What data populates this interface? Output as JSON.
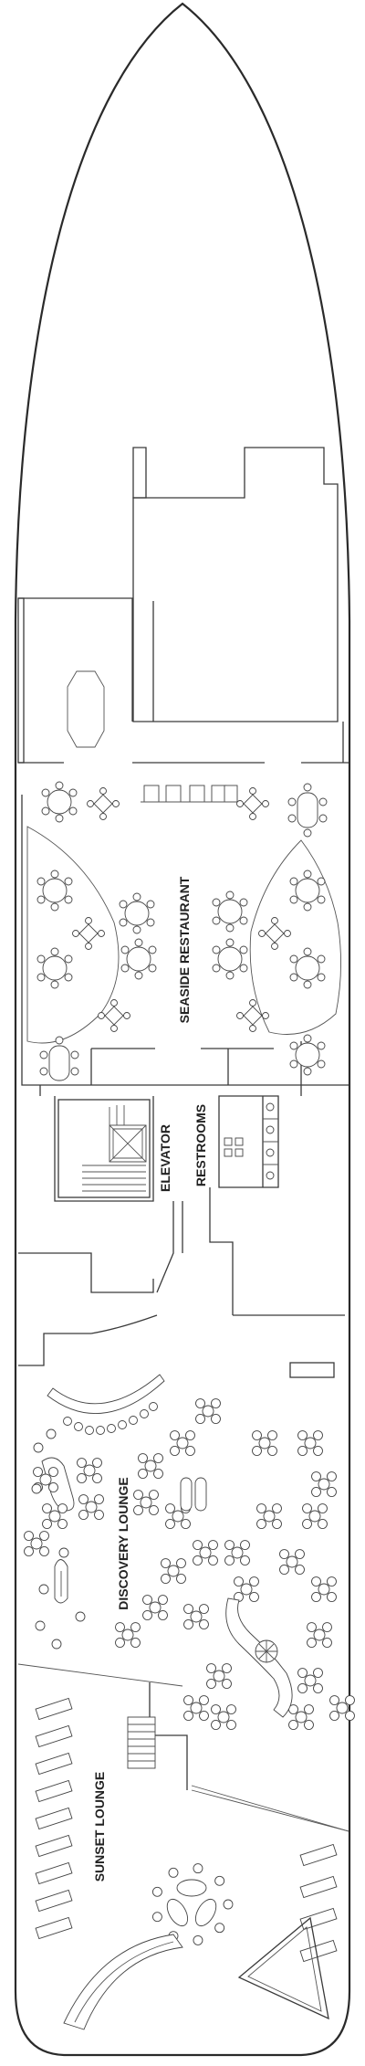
{
  "deck_plan": {
    "labels": {
      "seaside_restaurant": "SEASIDE RESTAURANT",
      "elevator": "ELEVATOR",
      "restrooms": "RESTROOMS",
      "discovery_lounge": "DISCOVERY LOUNGE",
      "sunset_lounge": "SUNSET LOUNGE"
    }
  }
}
